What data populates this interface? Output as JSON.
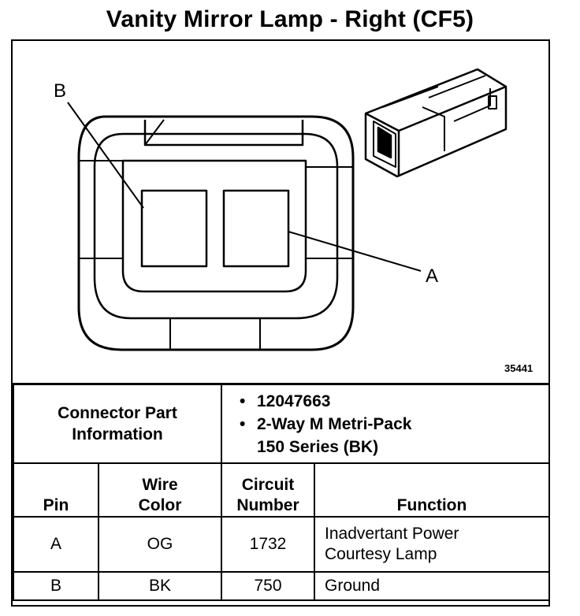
{
  "title": "Vanity Mirror Lamp - Right (CF5)",
  "diagram": {
    "label_b": "B",
    "label_a": "A",
    "figure_number": "35441"
  },
  "connector_info": {
    "label_line1": "Connector Part",
    "label_line2": "Information",
    "items": [
      "12047663",
      "2-Way M Metri-Pack",
      "150 Series (BK)"
    ]
  },
  "table": {
    "headers": {
      "pin": "Pin",
      "wire_color_1": "Wire",
      "wire_color_2": "Color",
      "circuit_1": "Circuit",
      "circuit_2": "Number",
      "function": "Function"
    },
    "rows": [
      {
        "pin": "A",
        "wire_color": "OG",
        "circuit": "1732",
        "function_1": "Inadvertant Power",
        "function_2": "Courtesy Lamp"
      },
      {
        "pin": "B",
        "wire_color": "BK",
        "circuit": "750",
        "function_1": "Ground",
        "function_2": ""
      }
    ]
  }
}
